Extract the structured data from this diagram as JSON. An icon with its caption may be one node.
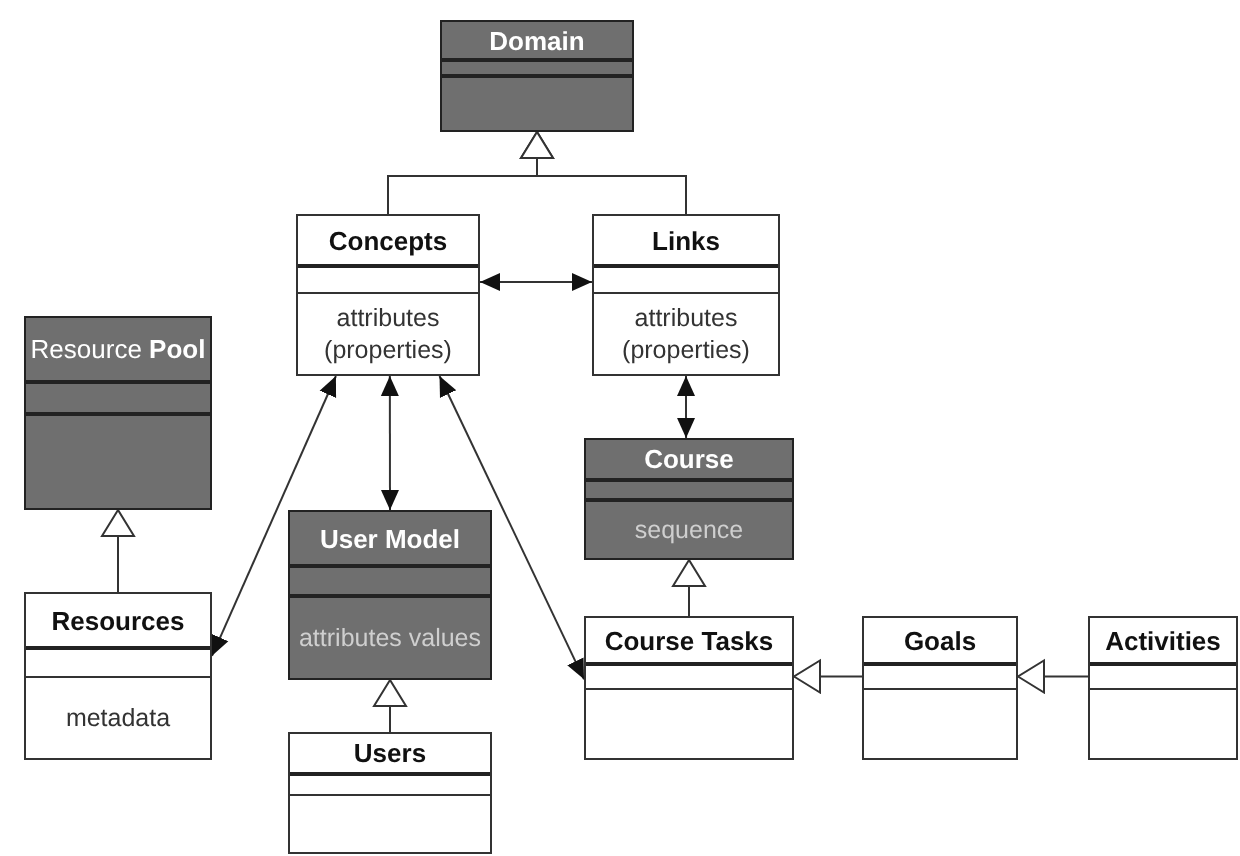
{
  "diagram": {
    "nodes": [
      {
        "text": [
          "Domain"
        ]
      },
      {
        "text": [
          "Concepts",
          "attributes (properties)"
        ]
      },
      {
        "text": [
          "Links",
          "attributes (properties)"
        ]
      },
      {
        "text": [
          "Resource **Pool**"
        ]
      },
      {
        "text": [
          "Course",
          "sequence"
        ]
      },
      {
        "text": [
          "User Model",
          "attributes values"
        ]
      },
      {
        "text": [
          "Resources",
          "metadata"
        ]
      },
      {
        "text": [
          "Course Tasks"
        ]
      },
      {
        "text": [
          "Goals"
        ]
      },
      {
        "text": [
          "Activities"
        ]
      },
      {
        "text": [
          "Users"
        ]
      }
    ],
    "edges": [
      {
        "from": 1,
        "to": 0,
        "arrow": "to"
      },
      {
        "from": 2,
        "to": 0,
        "arrow": "to"
      },
      {
        "from": 1,
        "to": 2,
        "arrow": "both"
      },
      {
        "from": 2,
        "to": 4,
        "arrow": "both"
      },
      {
        "from": 1,
        "to": 6,
        "arrow": "both"
      },
      {
        "from": 1,
        "to": 5,
        "arrow": "both"
      },
      {
        "from": 1,
        "to": 7,
        "arrow": "both"
      },
      {
        "from": 6,
        "to": 3,
        "arrow": "to"
      },
      {
        "from": 10,
        "to": 5,
        "arrow": "to"
      },
      {
        "from": 7,
        "to": 4,
        "arrow": "to"
      },
      {
        "from": 8,
        "to": 7,
        "arrow": "to"
      },
      {
        "from": 9,
        "to": 8,
        "arrow": "to"
      }
    ]
  }
}
